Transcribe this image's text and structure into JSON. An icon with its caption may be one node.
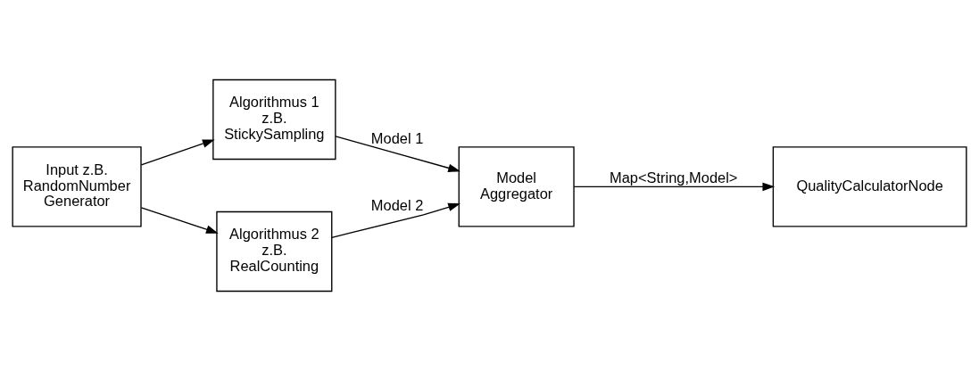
{
  "diagram": {
    "nodes": [
      {
        "text": [
          "Input z.B. RandomNumber Generator"
        ]
      },
      {
        "text": [
          "Algorithmus 1 z.B. StickySampling"
        ]
      },
      {
        "text": [
          "Algorithmus 2 z.B. RealCounting"
        ]
      },
      {
        "text": [
          "Model Aggregator"
        ]
      },
      {
        "text": [
          "QualityCalculatorNode"
        ]
      }
    ],
    "edges": [
      {
        "from": 0,
        "to": 1,
        "arrow": "to"
      },
      {
        "from": 0,
        "to": 2,
        "arrow": "to"
      },
      {
        "from": 1,
        "to": 3,
        "arrow": "to",
        "label": "Model 1"
      },
      {
        "from": 2,
        "to": 3,
        "arrow": "to",
        "label": "Model 2"
      },
      {
        "from": 3,
        "to": 4,
        "arrow": "to",
        "label": "Map<String,Model>"
      }
    ]
  }
}
